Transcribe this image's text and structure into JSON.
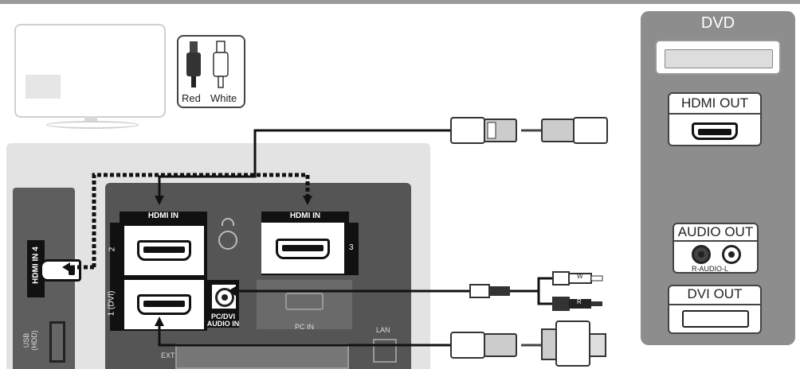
{
  "tv_back": {
    "hdmi_in_label_left": "HDMI IN",
    "hdmi_in_label_right": "HDMI IN",
    "port_num_2": "2",
    "port_num_1": "1 (DVI)",
    "port_num_3": "3",
    "hdmi_in_4": "HDMI IN 4",
    "usb_hdd": "USB\n(HDD)",
    "pc_dvi_audio_in": "PC/DVI\nAUDIO IN",
    "pc_in": "PC IN",
    "lan": "LAN",
    "ext": "EXT"
  },
  "rca_legend": {
    "red_label": "Red",
    "white_label": "White"
  },
  "dvd": {
    "title": "DVD",
    "hdmi_out": "HDMI OUT",
    "audio_out": "AUDIO OUT",
    "audio_sub": "R-AUDIO-L",
    "dvi_out": "DVI OUT"
  },
  "cable_plug_marks": {
    "white_mark": "W",
    "red_mark": "R"
  }
}
